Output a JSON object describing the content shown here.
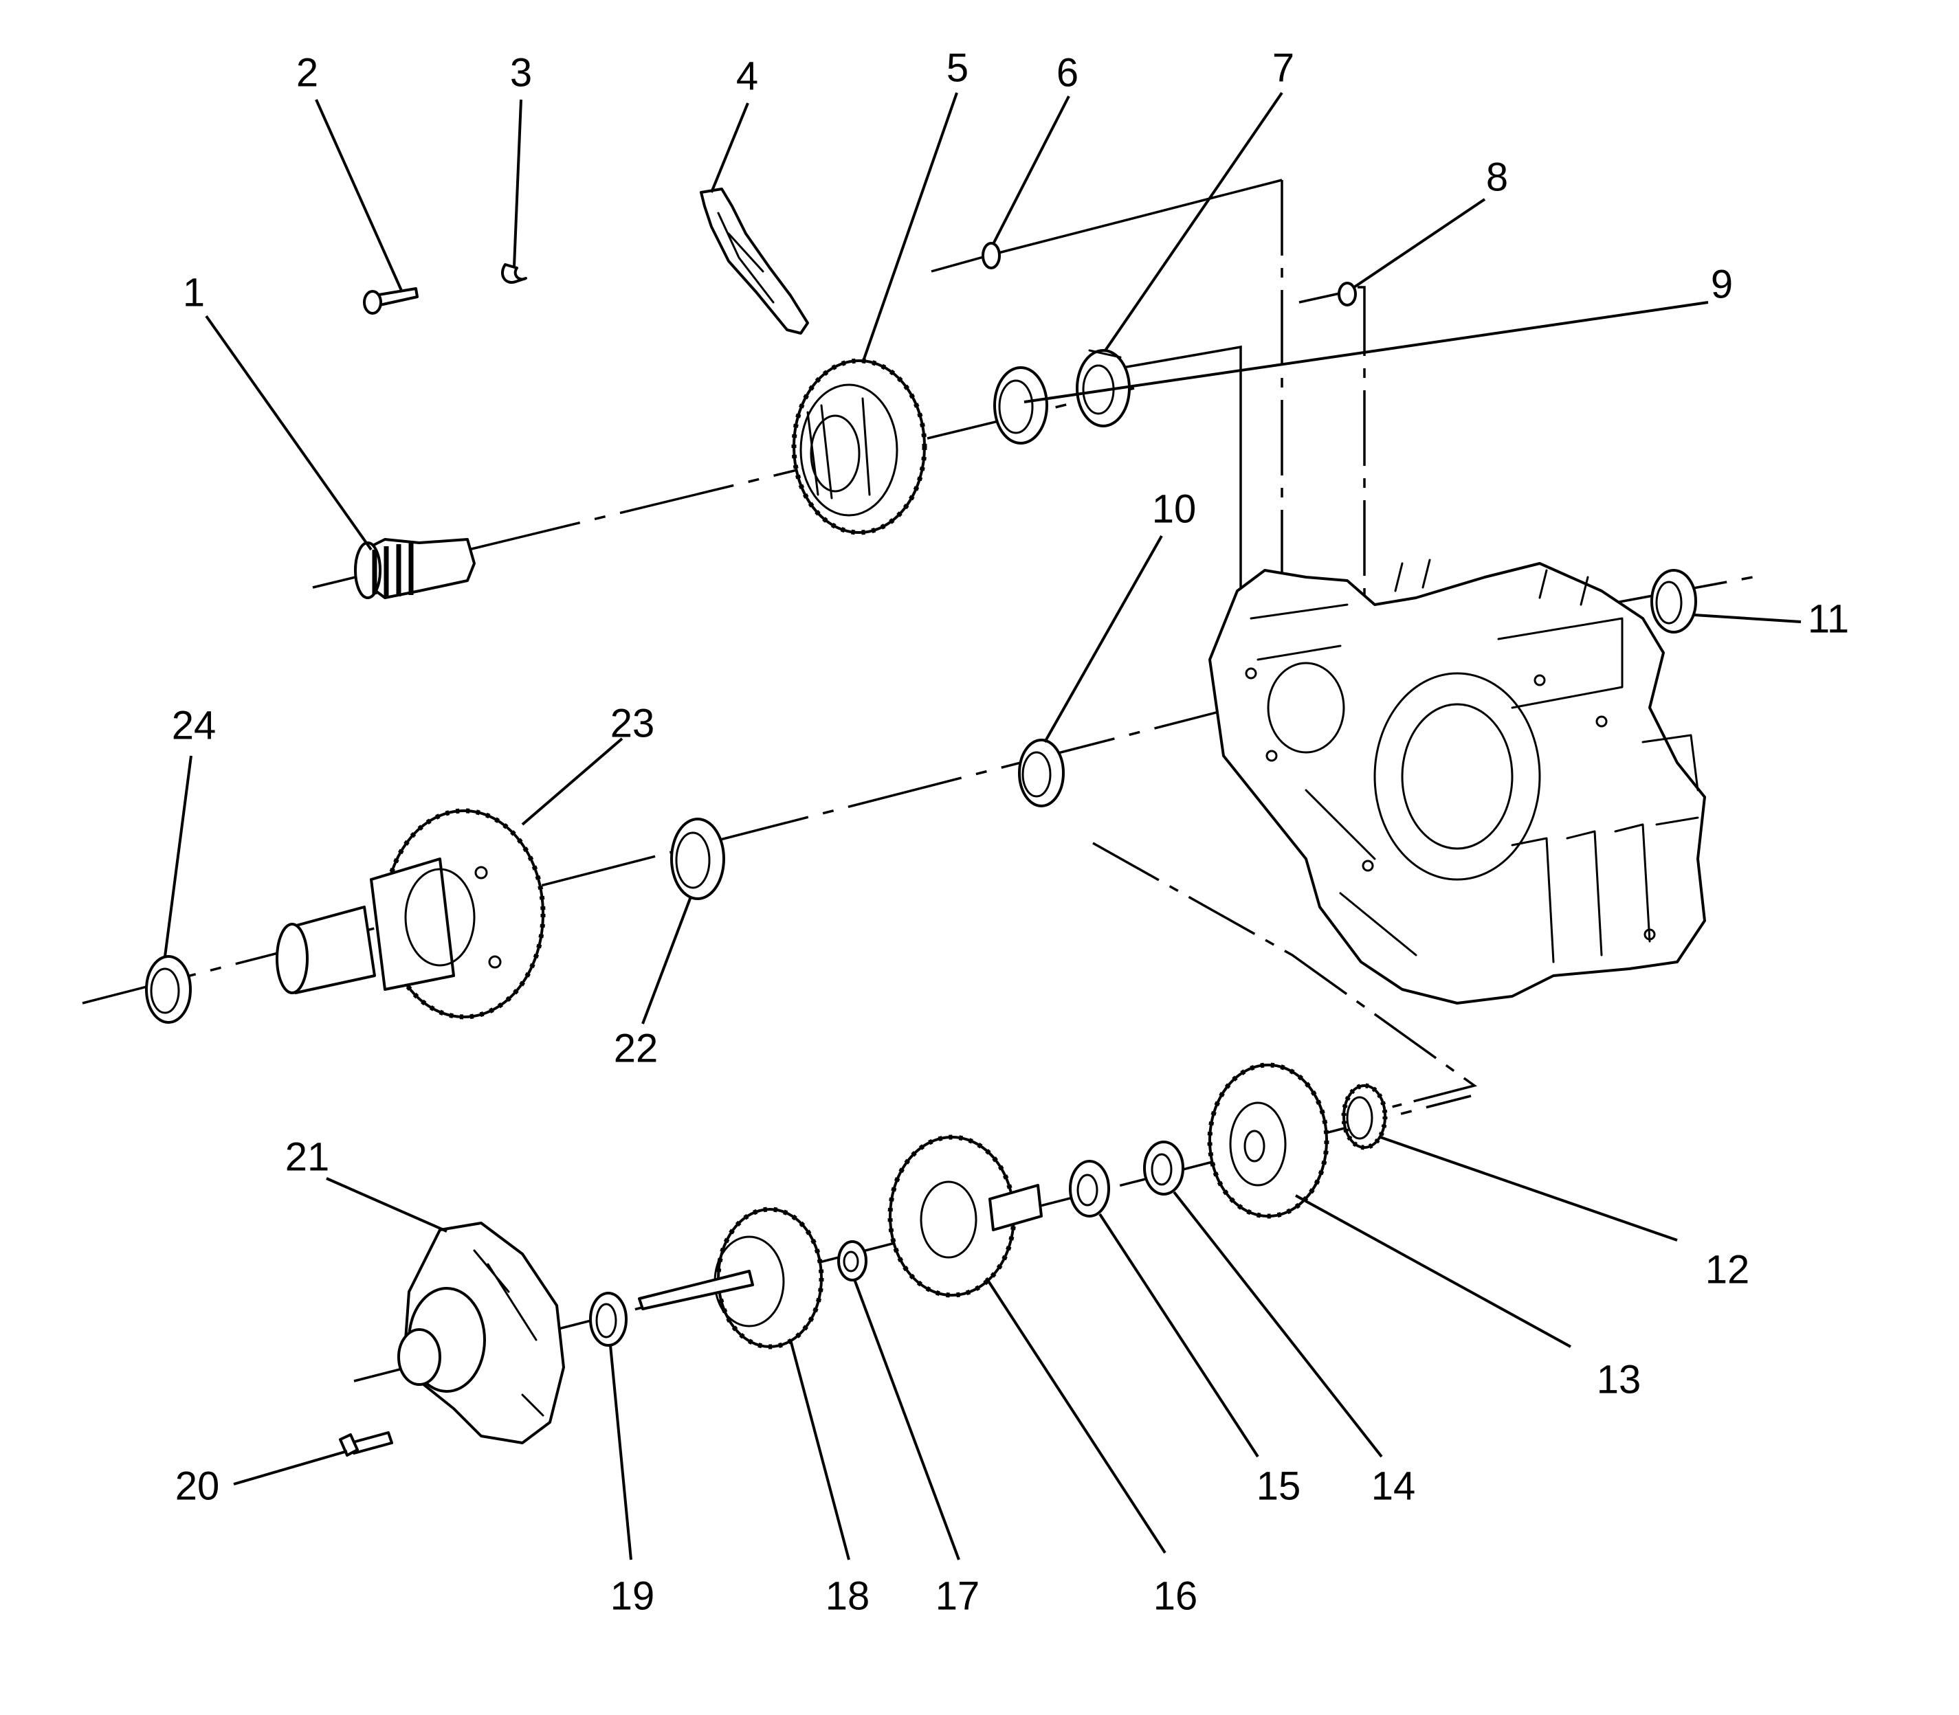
{
  "diagram": {
    "type": "exploded-view",
    "callouts": [
      {
        "id": "1",
        "label": "1"
      },
      {
        "id": "2",
        "label": "2"
      },
      {
        "id": "3",
        "label": "3"
      },
      {
        "id": "4",
        "label": "4"
      },
      {
        "id": "5",
        "label": "5"
      },
      {
        "id": "6",
        "label": "6"
      },
      {
        "id": "7",
        "label": "7"
      },
      {
        "id": "8",
        "label": "8"
      },
      {
        "id": "9",
        "label": "9"
      },
      {
        "id": "10",
        "label": "10"
      },
      {
        "id": "11",
        "label": "11"
      },
      {
        "id": "12",
        "label": "12"
      },
      {
        "id": "13",
        "label": "13"
      },
      {
        "id": "14",
        "label": "14"
      },
      {
        "id": "15",
        "label": "15"
      },
      {
        "id": "16",
        "label": "16"
      },
      {
        "id": "17",
        "label": "17"
      },
      {
        "id": "18",
        "label": "18"
      },
      {
        "id": "19",
        "label": "19"
      },
      {
        "id": "20",
        "label": "20"
      },
      {
        "id": "21",
        "label": "21"
      },
      {
        "id": "22",
        "label": "22"
      },
      {
        "id": "23",
        "label": "23"
      },
      {
        "id": "24",
        "label": "24"
      }
    ]
  }
}
